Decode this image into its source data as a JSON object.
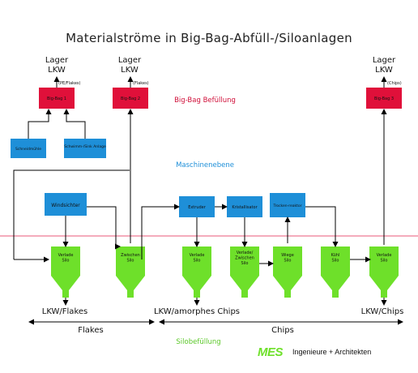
{
  "title": "Materialströme in Big-Bag-Abfüll-/Siloanlagen",
  "sections": {
    "bigbag": "Big-Bag Befüllung",
    "machines": "Maschinenebene",
    "silo": "Silobefüllung"
  },
  "lager": {
    "line1": "Lager",
    "line2": "LKW",
    "notes": [
      "(PE/Flakes)",
      "(Flakes)",
      "(Chips)"
    ]
  },
  "bigbags": [
    "Big-Bag 1",
    "Big-Bag 2",
    "Big-Bag 3"
  ],
  "feeders": [
    "Schneidmühle",
    "Schwimm-/Sink Anlage"
  ],
  "machines": [
    "Windsichter",
    "Extruder",
    "Kristallisator",
    "Trocken-reaktor"
  ],
  "silos": [
    "Verlade Silo",
    "Zwischen Silo",
    "Verlade Silo",
    "Verlade/ Zwischen Silo",
    "Wiege Silo",
    "Kühl Silo",
    "Verlade Silo"
  ],
  "outputs": [
    "LKW/Flakes",
    "LKW/amorphes Chips",
    "LKW/Chips"
  ],
  "ranges": [
    "Flakes",
    "Chips"
  ],
  "logo": {
    "mark": "MES",
    "text": "Ingenieure + Architekten"
  },
  "colors": {
    "blue_box": "#1e8fd8",
    "red_box": "#e0103a",
    "silo_green": "#6ee02a",
    "red_line": "#e85a78",
    "section_red": "#d0103a",
    "section_blue": "#1e8fd8",
    "section_green": "#5cc82a"
  }
}
